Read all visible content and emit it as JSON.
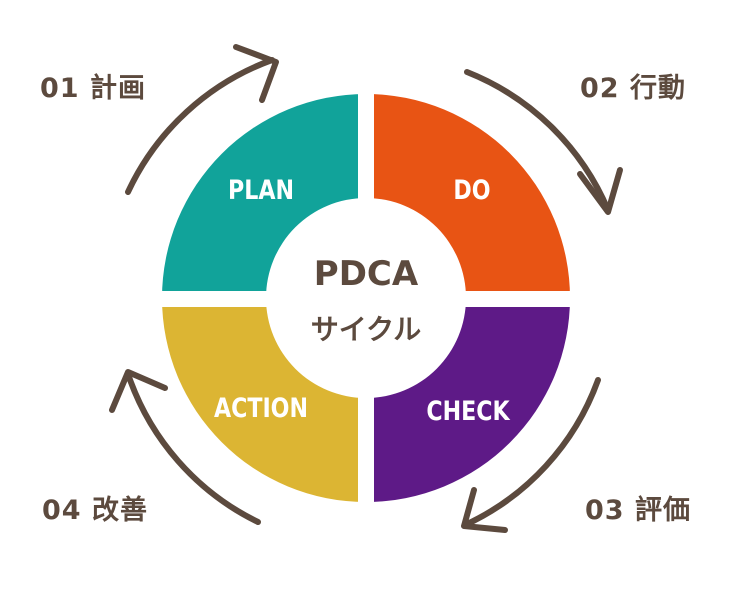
{
  "center": {
    "title": "PDCA",
    "subtitle": "サイクル"
  },
  "quadrants": [
    {
      "label": "PLAN",
      "color": "#11a39a"
    },
    {
      "label": "DO",
      "color": "#e85414"
    },
    {
      "label": "CHECK",
      "color": "#5e1a87"
    },
    {
      "label": "ACTION",
      "color": "#dcb533"
    }
  ],
  "steps": [
    {
      "label": "01 計画"
    },
    {
      "label": "02 行動"
    },
    {
      "label": "03 評価"
    },
    {
      "label": "04 改善"
    }
  ],
  "arrow_color": "#5c4a3e"
}
